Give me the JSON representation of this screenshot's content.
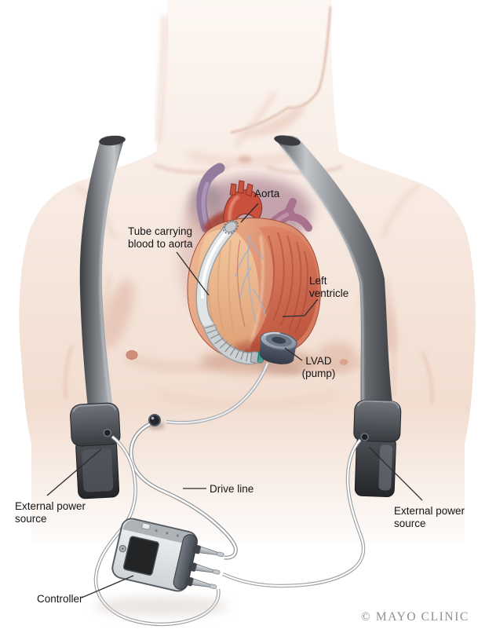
{
  "labels": {
    "aorta": "Aorta",
    "tube": "Tube carrying\nblood to aorta",
    "left_ventricle": "Left\nventricle",
    "lvad": "LVAD\n(pump)",
    "power_left": "External power\nsource",
    "drive_line": "Drive line",
    "power_right": "External power\nsource",
    "controller": "Controller"
  },
  "credit": "© MAYO CLINIC",
  "palette": {
    "background": "#ffffff",
    "skin": "#f6e7de",
    "skin_shadow": "#e3bfae",
    "strap_gray": "#6b7075",
    "battery_dark": "#2c2e32",
    "heart_salmon": "#d97a60",
    "heart_orange": "#ecb38c",
    "aorta_red": "#c8503c",
    "vessel_purple": "#937b9e",
    "pulmonary_mauve": "#ad7391",
    "tube_gray": "#dfe2e3",
    "pump_gray": "#4b5261",
    "teal_band": "#21a095",
    "cable_gray": "#9aa0a4",
    "controller_face": "#e4e6e8",
    "screen_dark": "#222426",
    "label_text": "#151515",
    "leader_line": "#2d2d2d",
    "credit_gray": "#8f8f8f"
  }
}
